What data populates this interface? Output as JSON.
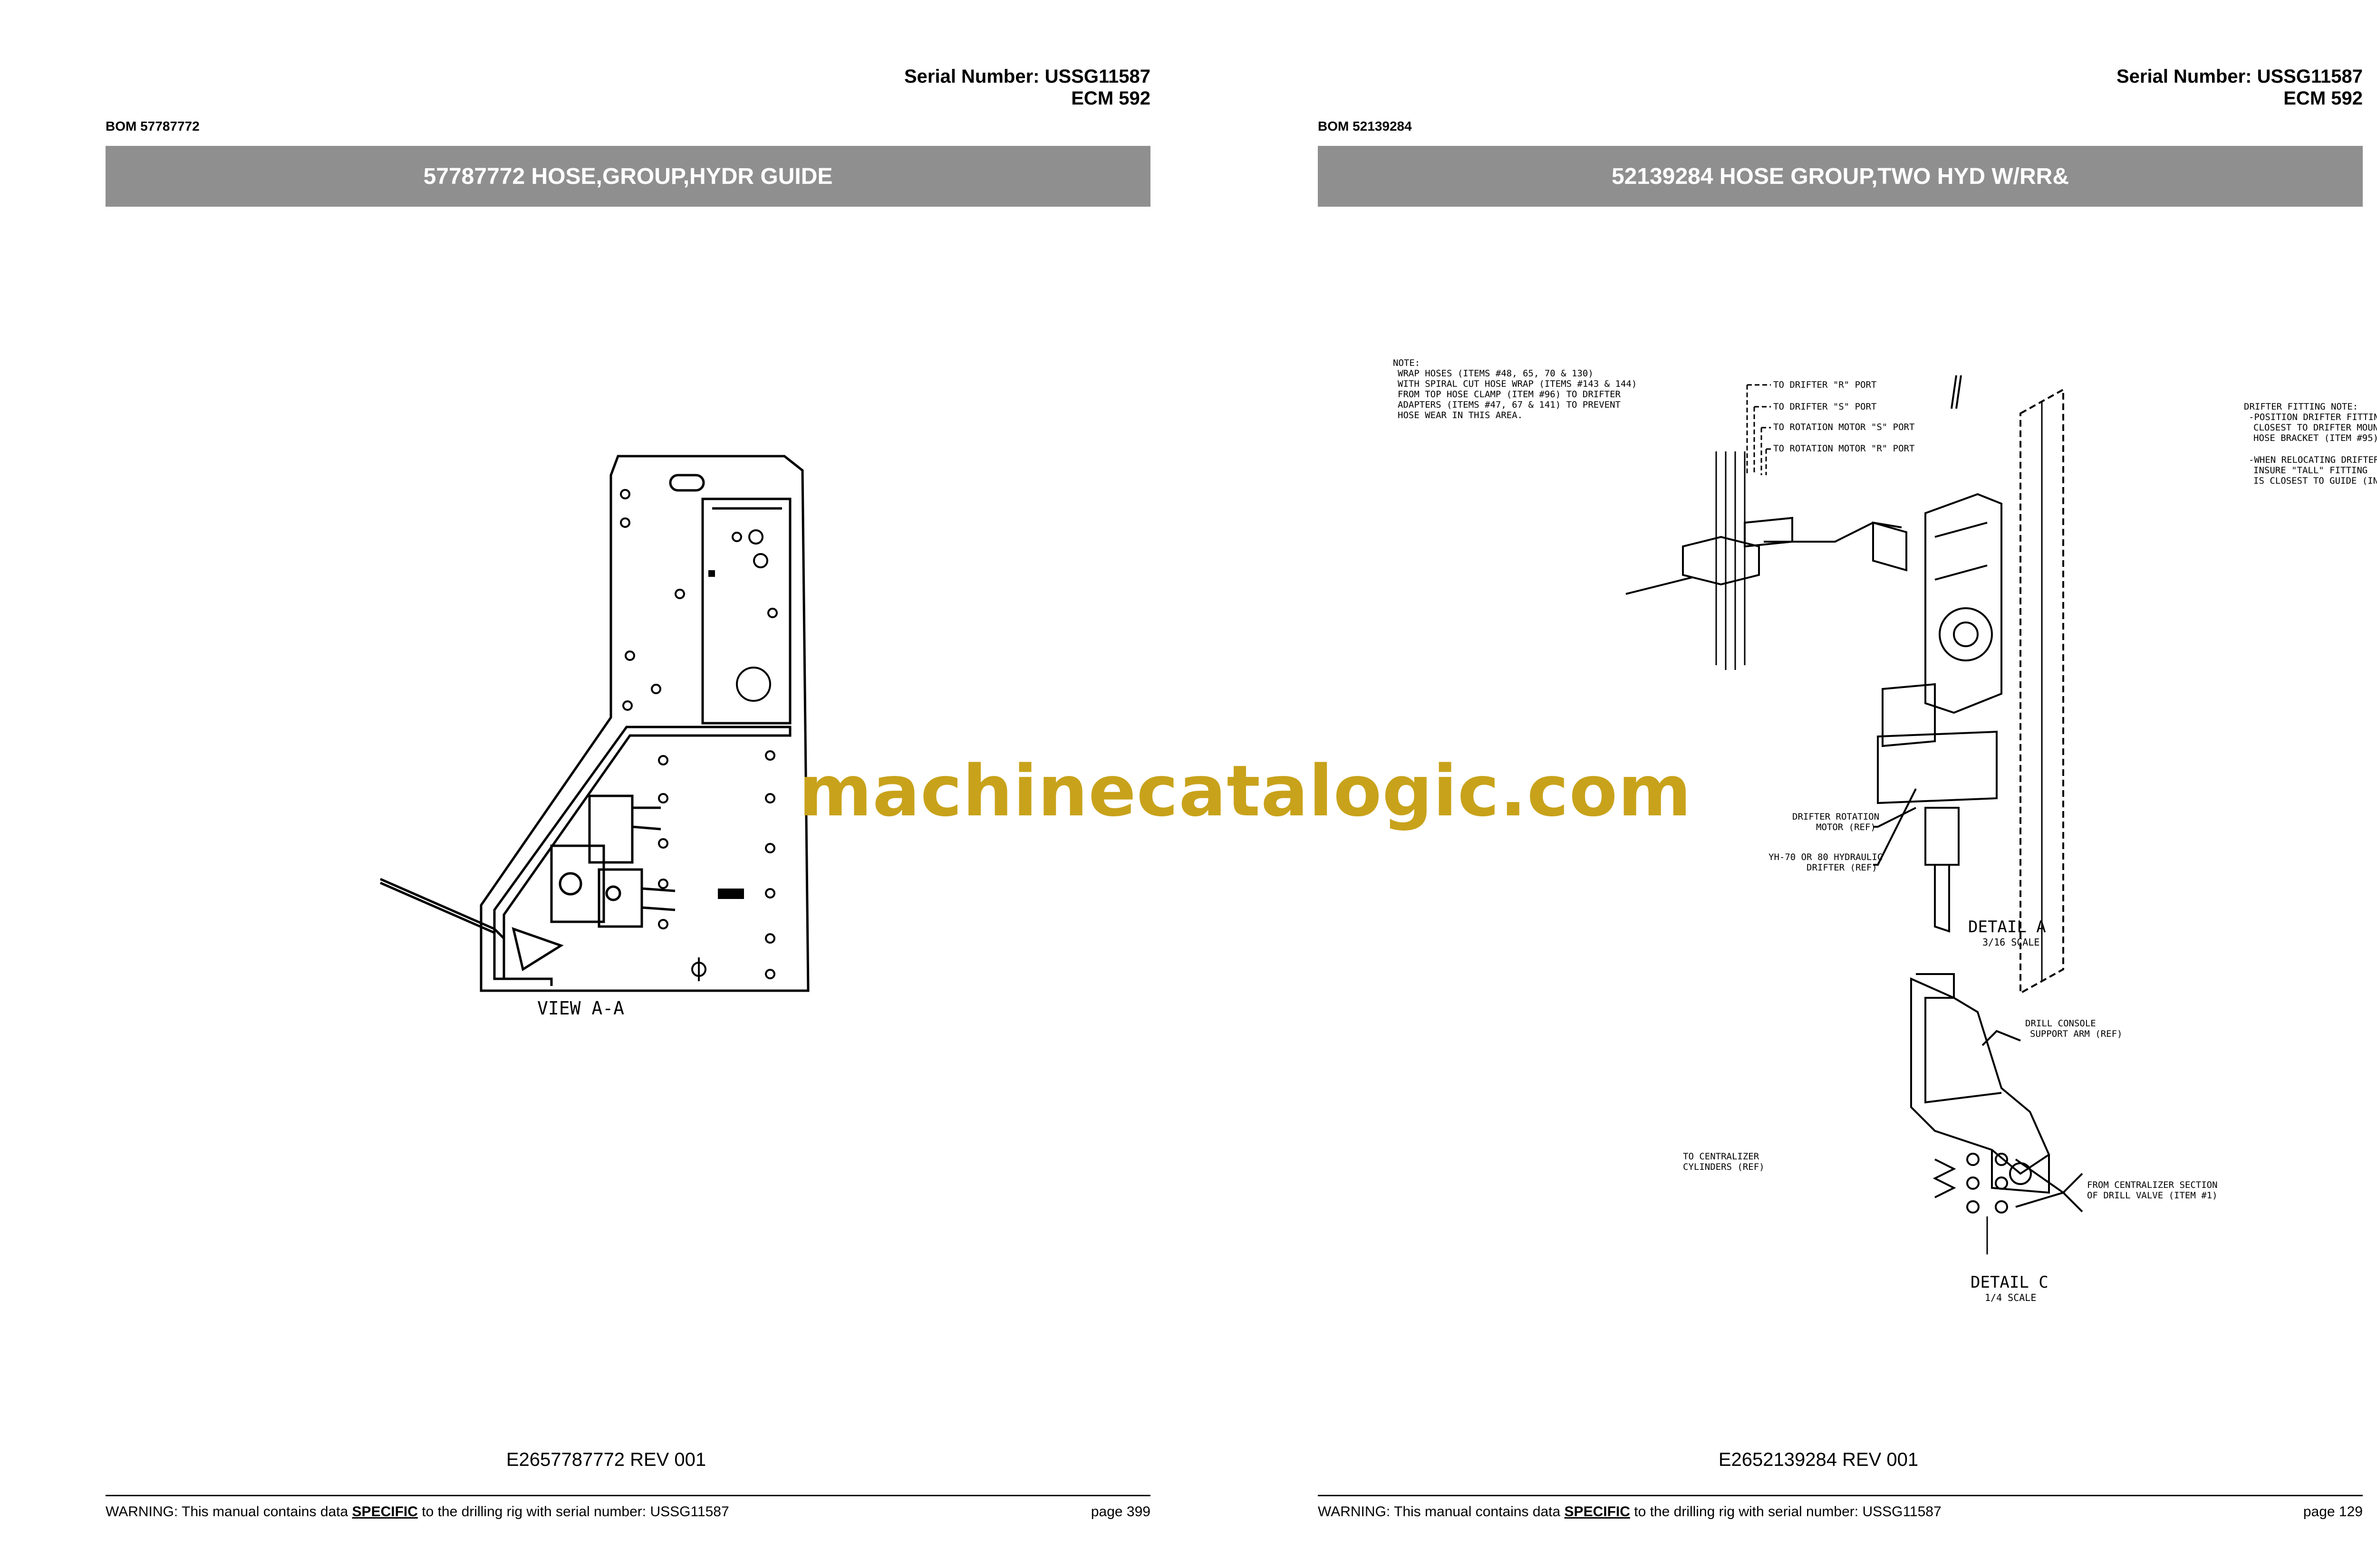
{
  "pages": [
    {
      "serial_line": "Serial Number: USSG11587",
      "ecm_line": "ECM 592",
      "bom_label": "BOM 57787772",
      "title": "57787772 HOSE,GROUP,HYDR GUIDE",
      "view_label": "VIEW A-A",
      "drawing_code": "E2657787772 REV 001",
      "warning_before": "WARNING:  This manual contains data ",
      "warning_emphasis": "SPECIFIC",
      "warning_after": " to the drilling rig with serial number: USSG11587",
      "page_number": "page 399"
    },
    {
      "serial_line": "Serial Number: USSG11587",
      "ecm_line": "ECM 592",
      "bom_label": "BOM 52139284",
      "title": "52139284 HOSE GROUP,TWO HYD W/RR&",
      "note_lines": [
        "NOTE:",
        "WRAP HOSES (ITEMS #48, 65, 70 & 130)",
        "WITH SPIRAL CUT HOSE WRAP (ITEMS #143 & 144)",
        "FROM TOP HOSE CLAMP (ITEM #96) TO DRIFTER",
        "ADAPTERS (ITEMS #47, 67 & 141) TO PREVENT",
        "HOSE WEAR IN THIS AREA."
      ],
      "port_labels": [
        "TO DRIFTER \"R\" PORT",
        "TO DRIFTER \"S\" PORT",
        "TO ROTATION MOTOR \"S\" PORT",
        "TO ROTATION MOTOR \"R\" PORT"
      ],
      "fitting_note_lines": [
        "DRIFTER FITTING NOTE:",
        "-POSITION DRIFTER FITTINGS IN PORTS",
        "CLOSEST TO DRIFTER MOUNTING PLATE",
        "HOSE BRACKET (ITEM #95)",
        "-WHEN RELOCATING DRIFTER FITTINGS",
        "INSURE \"TALL\" FITTING",
        "IS CLOSEST TO GUIDE (IN PORT R)"
      ],
      "rotation_motor_label": [
        "DRIFTER ROTATION",
        "MOTOR (REF)"
      ],
      "drifter_label": [
        "YH-70 OR 80 HYDRAULIC",
        "DRIFTER (REF)"
      ],
      "detail_a": [
        "DETAIL  A",
        "3/16 SCALE"
      ],
      "console_label": [
        "DRILL CONSOLE",
        "SUPPORT ARM (REF)"
      ],
      "centralizer_label": [
        "TO CENTRALIZER",
        "CYLINDERS (REF)"
      ],
      "from_centralizer_label": [
        "FROM CENTRALIZER SECTION",
        "OF DRILL VALVE (ITEM #1)"
      ],
      "detail_c": [
        "DETAIL  C",
        "1/4 SCALE"
      ],
      "drawing_code": "E2652139284 REV 001",
      "warning_before": "WARNING:  This manual contains data ",
      "warning_emphasis": "SPECIFIC",
      "warning_after": " to the drilling rig with serial number: USSG11587",
      "page_number": "page 129"
    }
  ],
  "watermark": "machinecatalogic.com",
  "colors": {
    "title_bar": "#8f8f8f",
    "title_text": "#ffffff",
    "watermark": "#c8a21a"
  }
}
